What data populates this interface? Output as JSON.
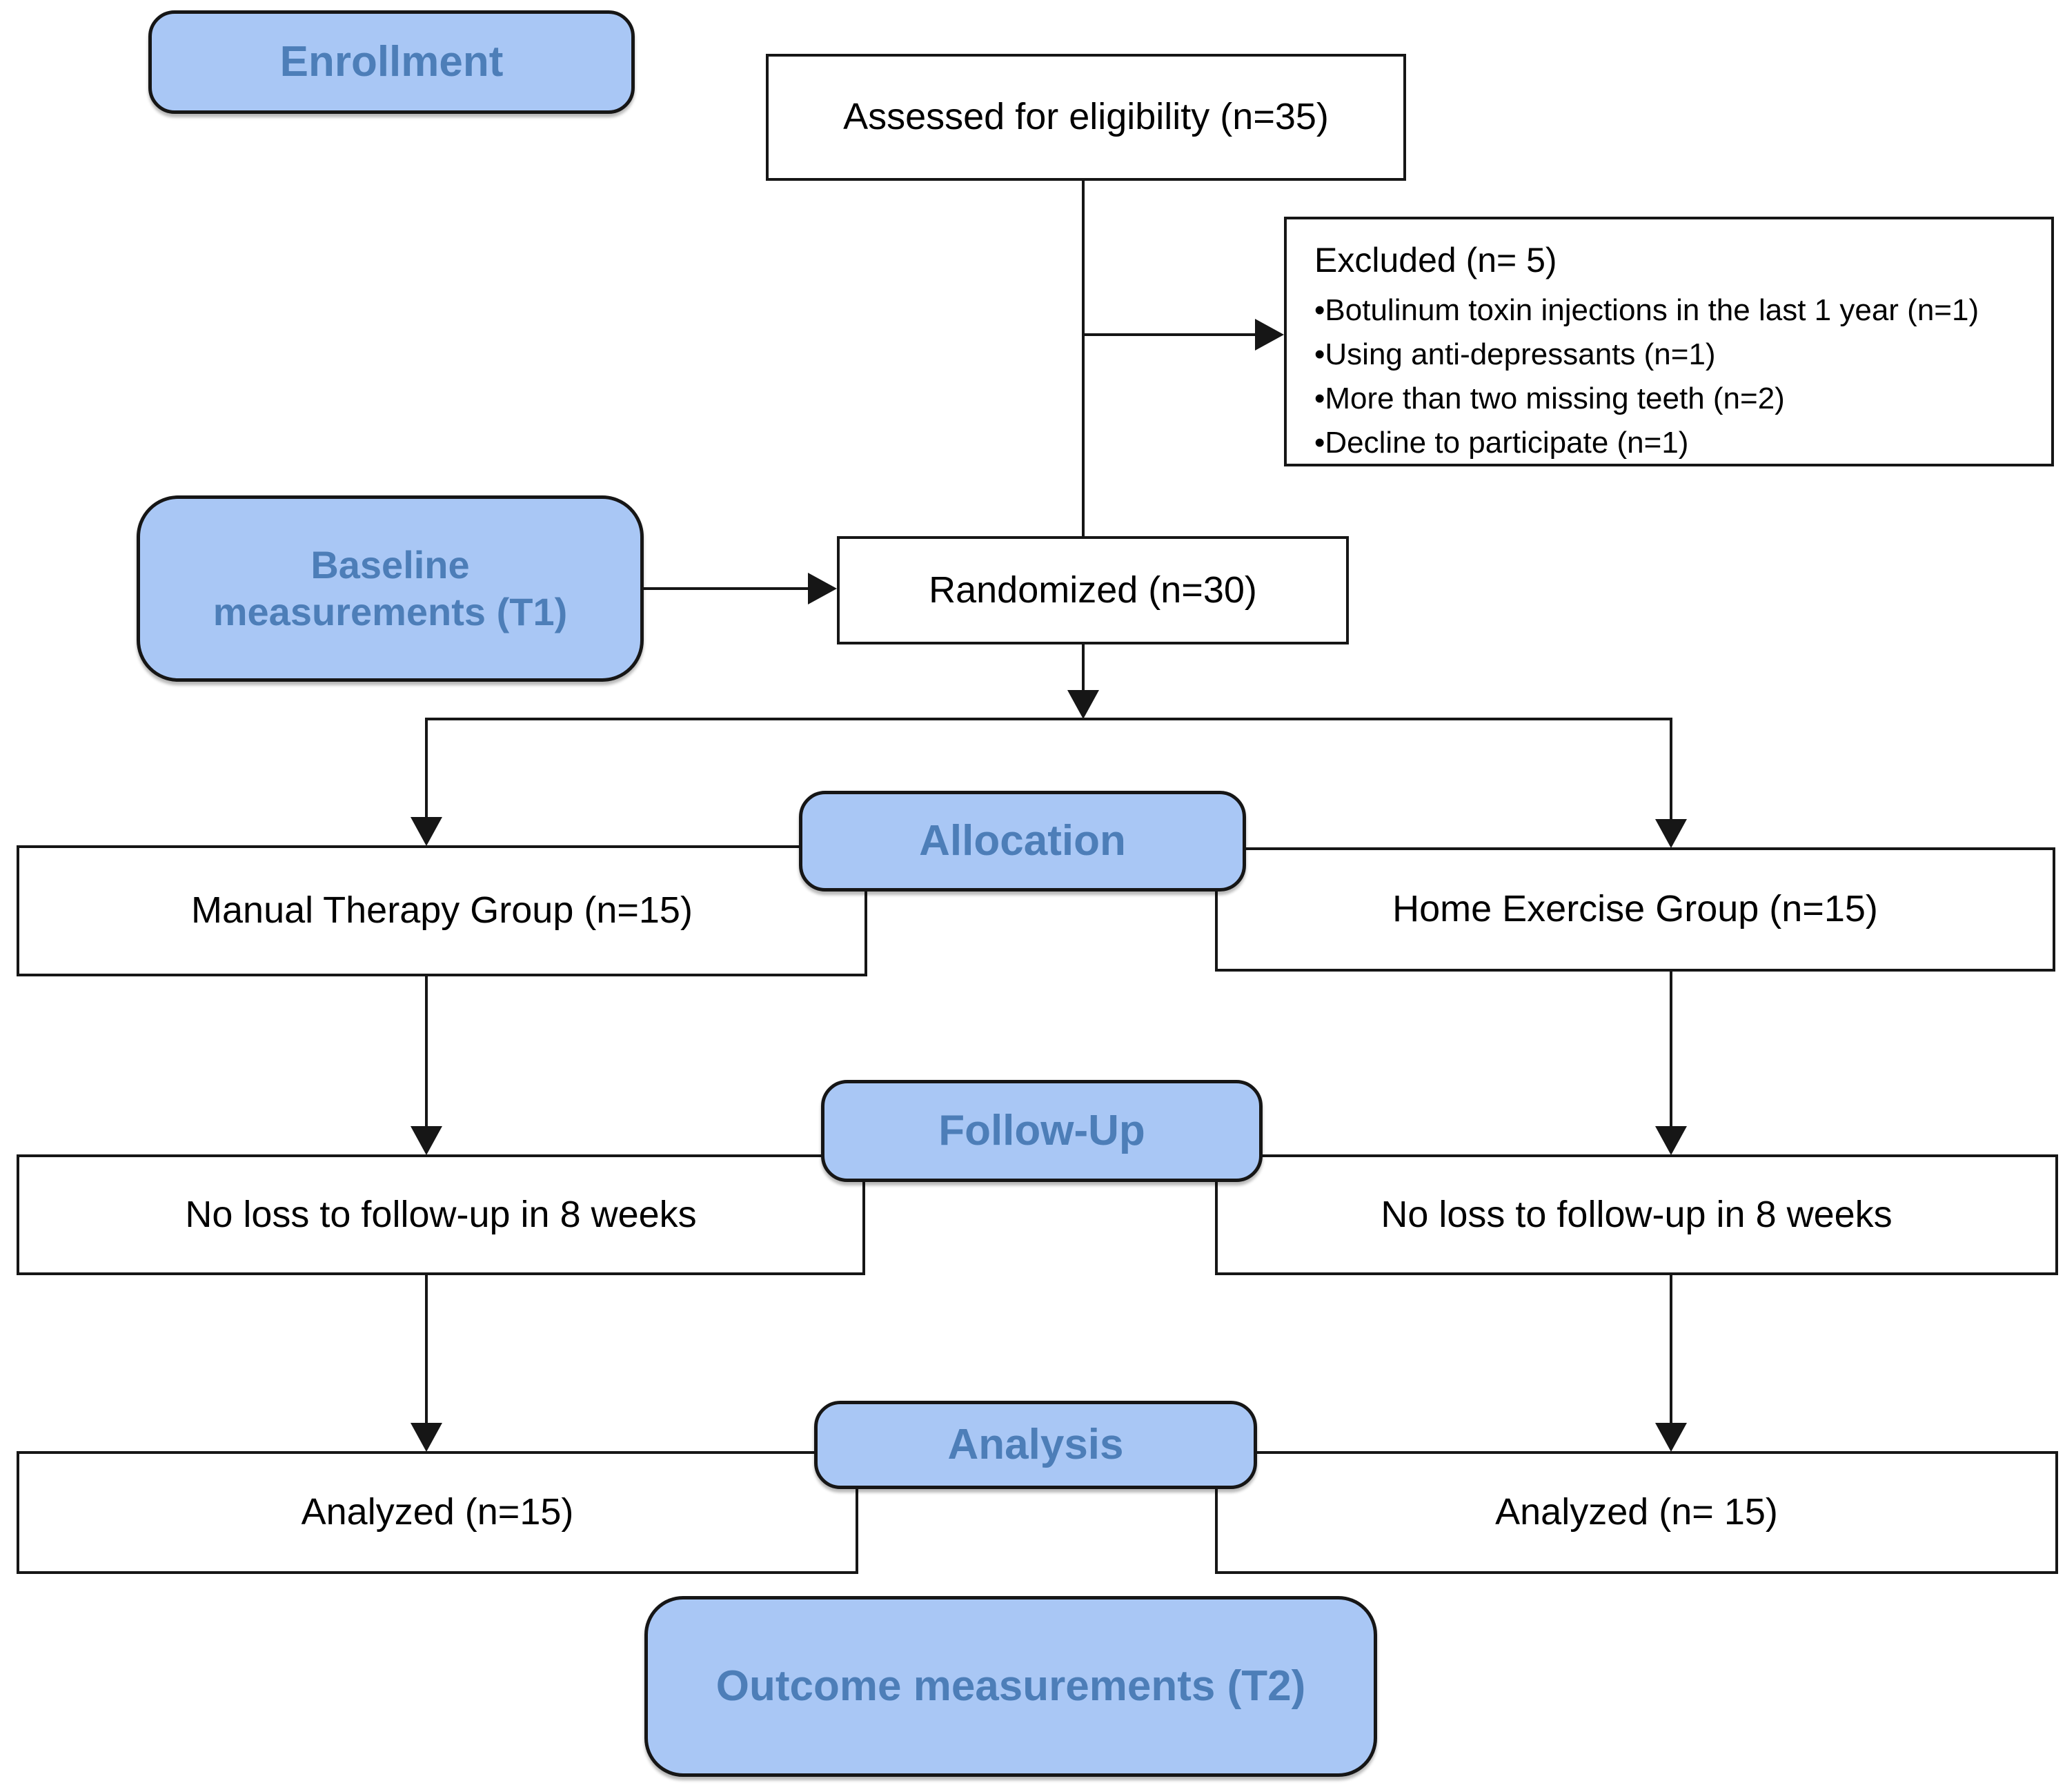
{
  "diagram": {
    "title": "CONSORT participant flow diagram",
    "colors": {
      "background": "#ffffff",
      "stage_fill": "#a9c7f5",
      "stage_text": "#4d7eb8",
      "box_border": "#161616",
      "box_text": "#000000"
    },
    "stages": {
      "enrollment": "Enrollment",
      "baseline": "Baseline\nmeasurements (T1)",
      "allocation": "Allocation",
      "followup": "Follow-Up",
      "analysis": "Analysis",
      "outcome": "Outcome measurements (T2)"
    },
    "nodes": {
      "assessed": "Assessed for eligibility (n=35)",
      "excluded": {
        "title": "Excluded (n= 5)",
        "reasons": [
          "•Botulinum toxin injections in the last 1 year (n=1)",
          "•Using anti-depressants (n=1)",
          "•More than two missing teeth (n=2)",
          "•Decline to participate (n=1)"
        ]
      },
      "randomized": "Randomized (n=30)",
      "manual_group": "Manual Therapy Group (n=15)",
      "home_group": "Home Exercise Group (n=15)",
      "followup_left": "No loss to follow-up in 8 weeks",
      "followup_right": "No loss to follow-up in 8 weeks",
      "analyzed_left": "Analyzed (n=15)",
      "analyzed_right": "Analyzed (n= 15)"
    }
  }
}
